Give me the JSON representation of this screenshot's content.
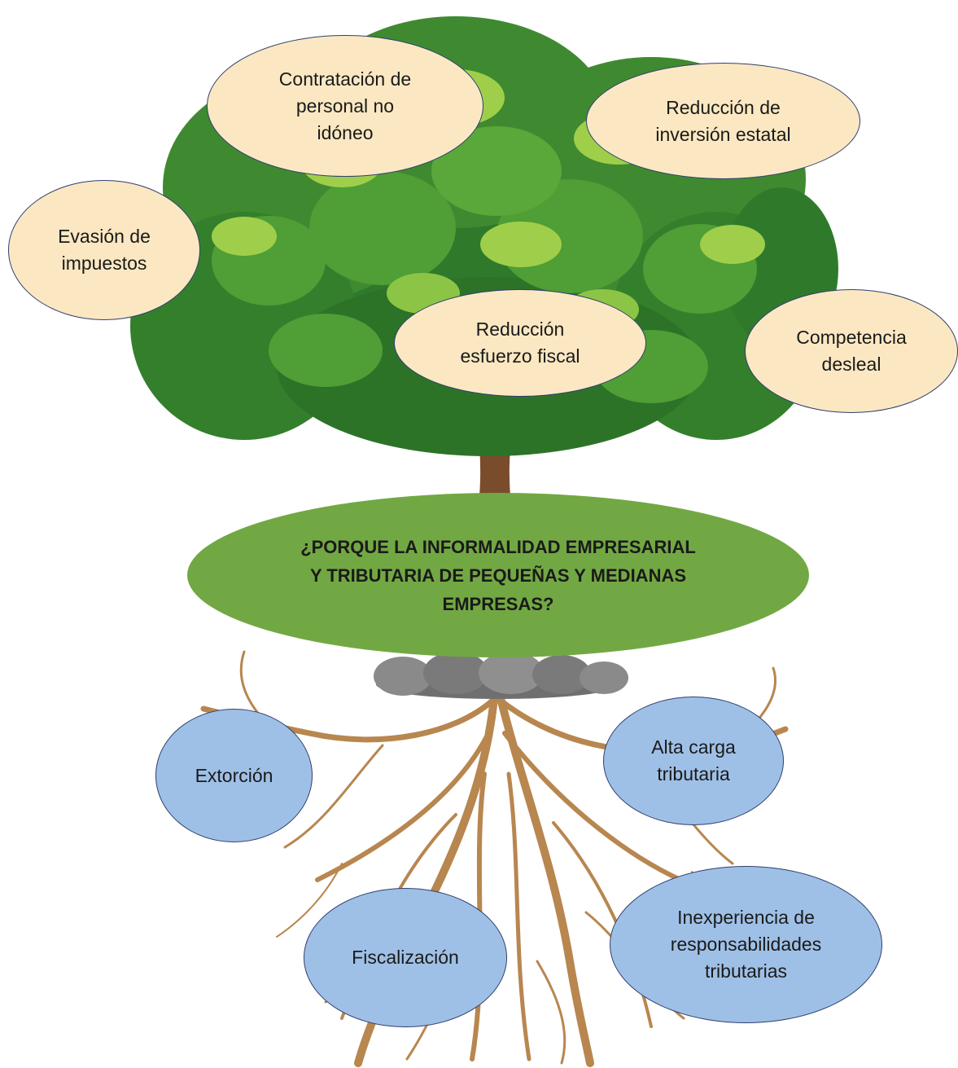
{
  "problem": "¿PORQUE LA INFORMALIDAD EMPRESARIAL\nY TRIBUTARIA DE PEQUEÑAS Y MEDIANAS\nEMPRESAS?",
  "effects": [
    "Contratación de\npersonal no\nidóneo",
    "Reducción de\ninversión estatal",
    "Evasión de\nimpuestos",
    "Reducción\nesfuerzo fiscal",
    "Competencia\ndesleal"
  ],
  "causes": [
    "Extorción",
    "Alta carga\ntributaria",
    "Fiscalización",
    "Inexperiencia de\nresponsabilidades\ntributarias"
  ],
  "colors": {
    "effect_fill": "#fbe8c2",
    "cause_fill": "#9fc0e6",
    "problem_fill": "#72a843",
    "outline": "#2f3f6e",
    "foliage_dark": "#2f7a2a",
    "foliage_mid": "#4f9e36",
    "foliage_light": "#9fcf4a",
    "trunk": "#7a4c2c",
    "roots": "#b8864f",
    "stones": "#7d7d7d"
  },
  "illustration": [
    "tree-foliage",
    "tree-trunk",
    "stones",
    "roots"
  ]
}
